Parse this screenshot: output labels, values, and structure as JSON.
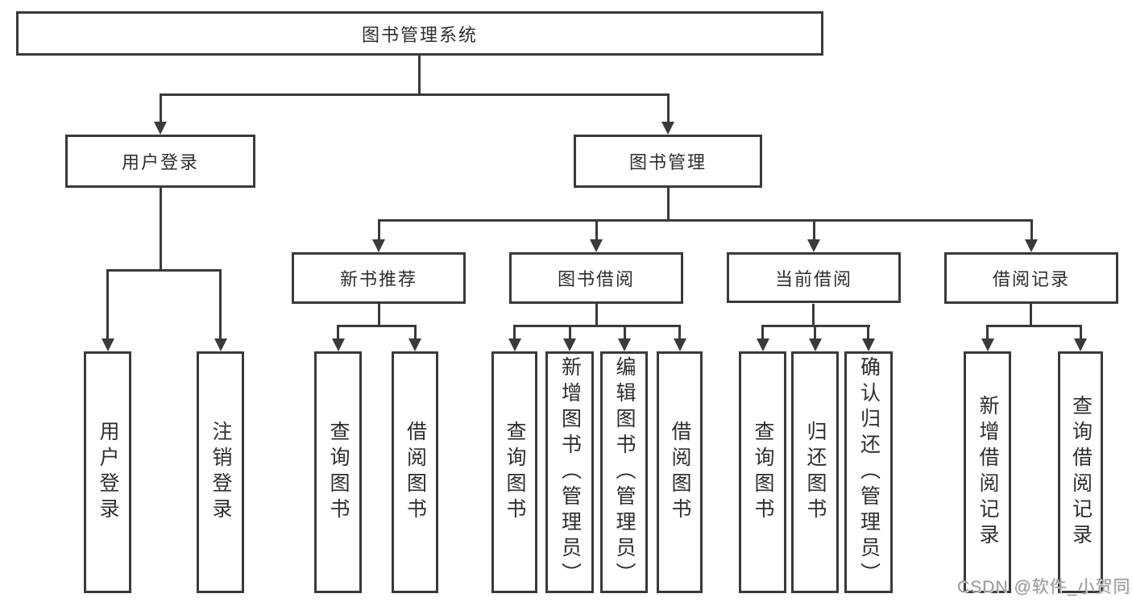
{
  "diagram": {
    "root": {
      "label": "图书管理系统"
    },
    "level2": [
      {
        "label": "用户登录"
      },
      {
        "label": "图书管理"
      }
    ],
    "level3": [
      {
        "label": "新书推荐"
      },
      {
        "label": "图书借阅"
      },
      {
        "label": "当前借阅"
      },
      {
        "label": "借阅记录"
      }
    ],
    "leaves": [
      {
        "label": "用户登录"
      },
      {
        "label": "注销登录"
      },
      {
        "label": "查询图书"
      },
      {
        "label": "借阅图书"
      },
      {
        "label": "查询图书"
      },
      {
        "label": "新增图书（管理员）"
      },
      {
        "label": "编辑图书（管理员）"
      },
      {
        "label": "借阅图书"
      },
      {
        "label": "查询图书"
      },
      {
        "label": "归还图书"
      },
      {
        "label": "确认归还（管理员）"
      },
      {
        "label": "新增借阅记录"
      },
      {
        "label": "查询借阅记录"
      }
    ]
  },
  "watermark": {
    "text": "CSDN @软件_小贺同学"
  },
  "colors": {
    "line": "#3a3a3a",
    "text": "#2e2e2e",
    "watermark": "#9c9c9c",
    "background": "#ffffff"
  }
}
